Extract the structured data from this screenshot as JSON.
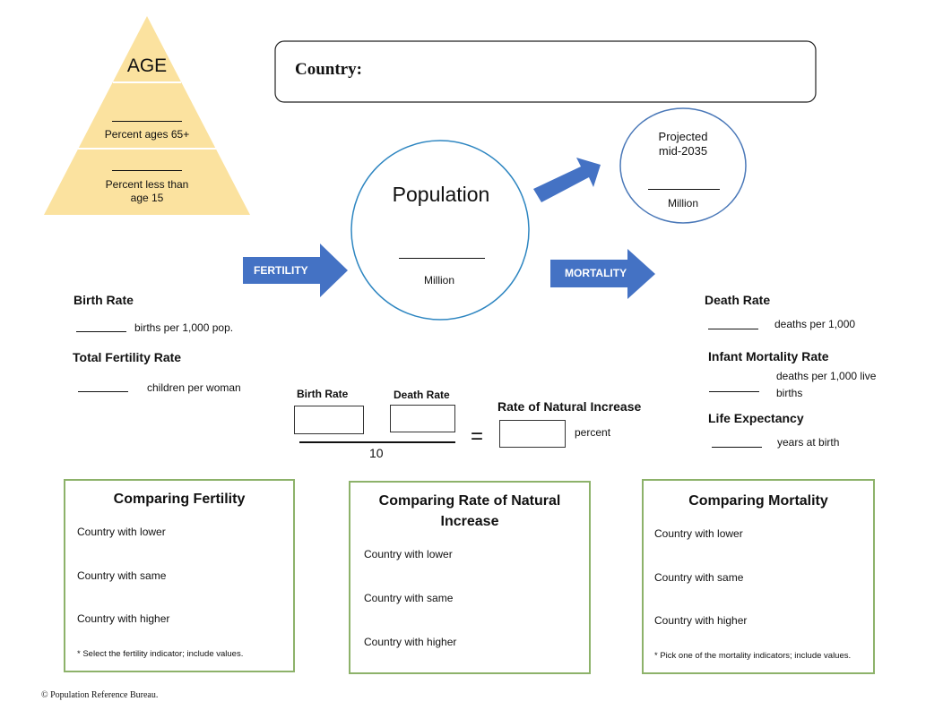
{
  "age_pyramid": {
    "title": "AGE",
    "pct_65_label": "Percent ages 65+",
    "pct_under15_label_line1": "Percent less than",
    "pct_under15_label_line2": "age 15",
    "fill_color": "#fbe29f"
  },
  "country_box": {
    "label": "Country:",
    "value": ""
  },
  "population": {
    "title": "Population",
    "unit": "Million",
    "value": "",
    "circle_color": "#2e86c1"
  },
  "projected": {
    "title_line1": "Projected",
    "title_line2": "mid-2035",
    "unit": "Million",
    "value": "",
    "circle_color": "#4a78b8"
  },
  "arrows": {
    "fertility_label": "FERTILITY",
    "mortality_label": "MORTALITY",
    "color": "#4472c4"
  },
  "fertility": {
    "birth_rate": {
      "heading": "Birth Rate",
      "unit": "births per 1,000 pop.",
      "value": ""
    },
    "tfr": {
      "heading": "Total Fertility Rate",
      "unit": "children per woman",
      "value": ""
    }
  },
  "mortality": {
    "death_rate": {
      "heading": "Death Rate",
      "unit": "deaths per 1,000",
      "value": ""
    },
    "imr": {
      "heading": "Infant Mortality Rate",
      "unit_line1": "deaths per 1,000 live",
      "unit_line2": "births",
      "value": ""
    },
    "life_expectancy": {
      "heading": "Life Expectancy",
      "unit": "years at birth",
      "value": ""
    }
  },
  "rni_formula": {
    "birth_rate_label": "Birth Rate",
    "death_rate_label": "Death Rate",
    "divisor": "10",
    "equals": "=",
    "result_label": "Rate of Natural Increase",
    "result_unit": "percent",
    "birth_rate_value": "",
    "death_rate_value": "",
    "result_value": ""
  },
  "comparisons": [
    {
      "title": "Comparing Fertility",
      "rows": [
        "Country with lower",
        "Country with same",
        "Country with higher"
      ],
      "note": "* Select the fertility indicator; include values."
    },
    {
      "title_line1": "Comparing Rate of Natural",
      "title_line2": "Increase",
      "rows": [
        "Country with lower",
        "Country with same",
        "Country with higher"
      ]
    },
    {
      "title": "Comparing Mortality",
      "rows": [
        "Country with lower",
        "Country with same",
        "Country with higher"
      ],
      "note": "* Pick one of the mortality indicators; include values."
    }
  ],
  "footer": {
    "copyright": "© Population Reference Bureau."
  }
}
